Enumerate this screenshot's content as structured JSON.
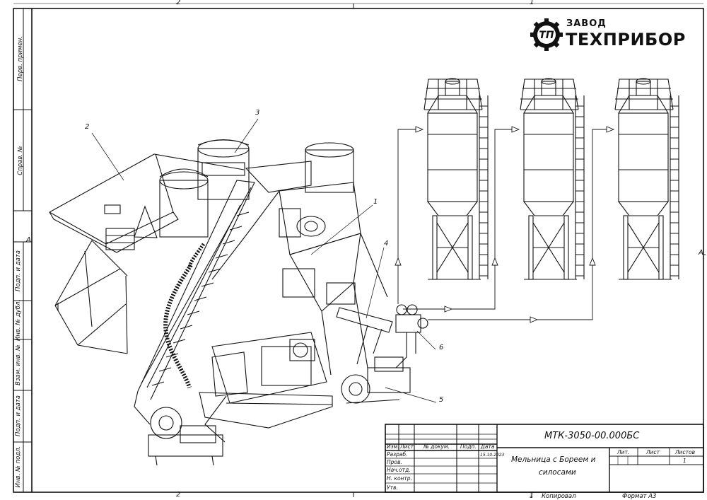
{
  "zones": {
    "top_left": "2",
    "top_right": "1",
    "bottom_left": "2",
    "bottom_right": "1",
    "left_a": "A",
    "right_a": "A"
  },
  "side_column": [
    "Перв. примен.",
    "Справ. №",
    "Подп. и дата",
    "Инв. № дубл.",
    "Взам. инв. №",
    "Подп. и дата",
    "Инв. № подл."
  ],
  "logo": {
    "line1": "ЗАВОД",
    "line2": "ТЕХПРИБОР",
    "emblem": "ТП"
  },
  "callouts": [
    "1",
    "2",
    "3",
    "4",
    "5",
    "6"
  ],
  "title_block": {
    "designation": "МТК-3050-00.000БС",
    "name_line1": "Мельница с Бореем и",
    "name_line2": "силосами",
    "header": {
      "izm": "Изм.",
      "list": "Лист",
      "doc": "№ докум.",
      "sign": "Подп.",
      "date": "Дата"
    },
    "roles": [
      "Разраб.",
      "Пров.",
      "Нач.отд.",
      "Н. контр.",
      "Утв."
    ],
    "dev_date": "15.10.2023",
    "lit": "Лит.",
    "sheet": "Лист",
    "sheets": "Листов",
    "sheets_value": "1"
  },
  "footer": {
    "num": "1",
    "copied": "Копировал",
    "format": "Формат А3"
  }
}
